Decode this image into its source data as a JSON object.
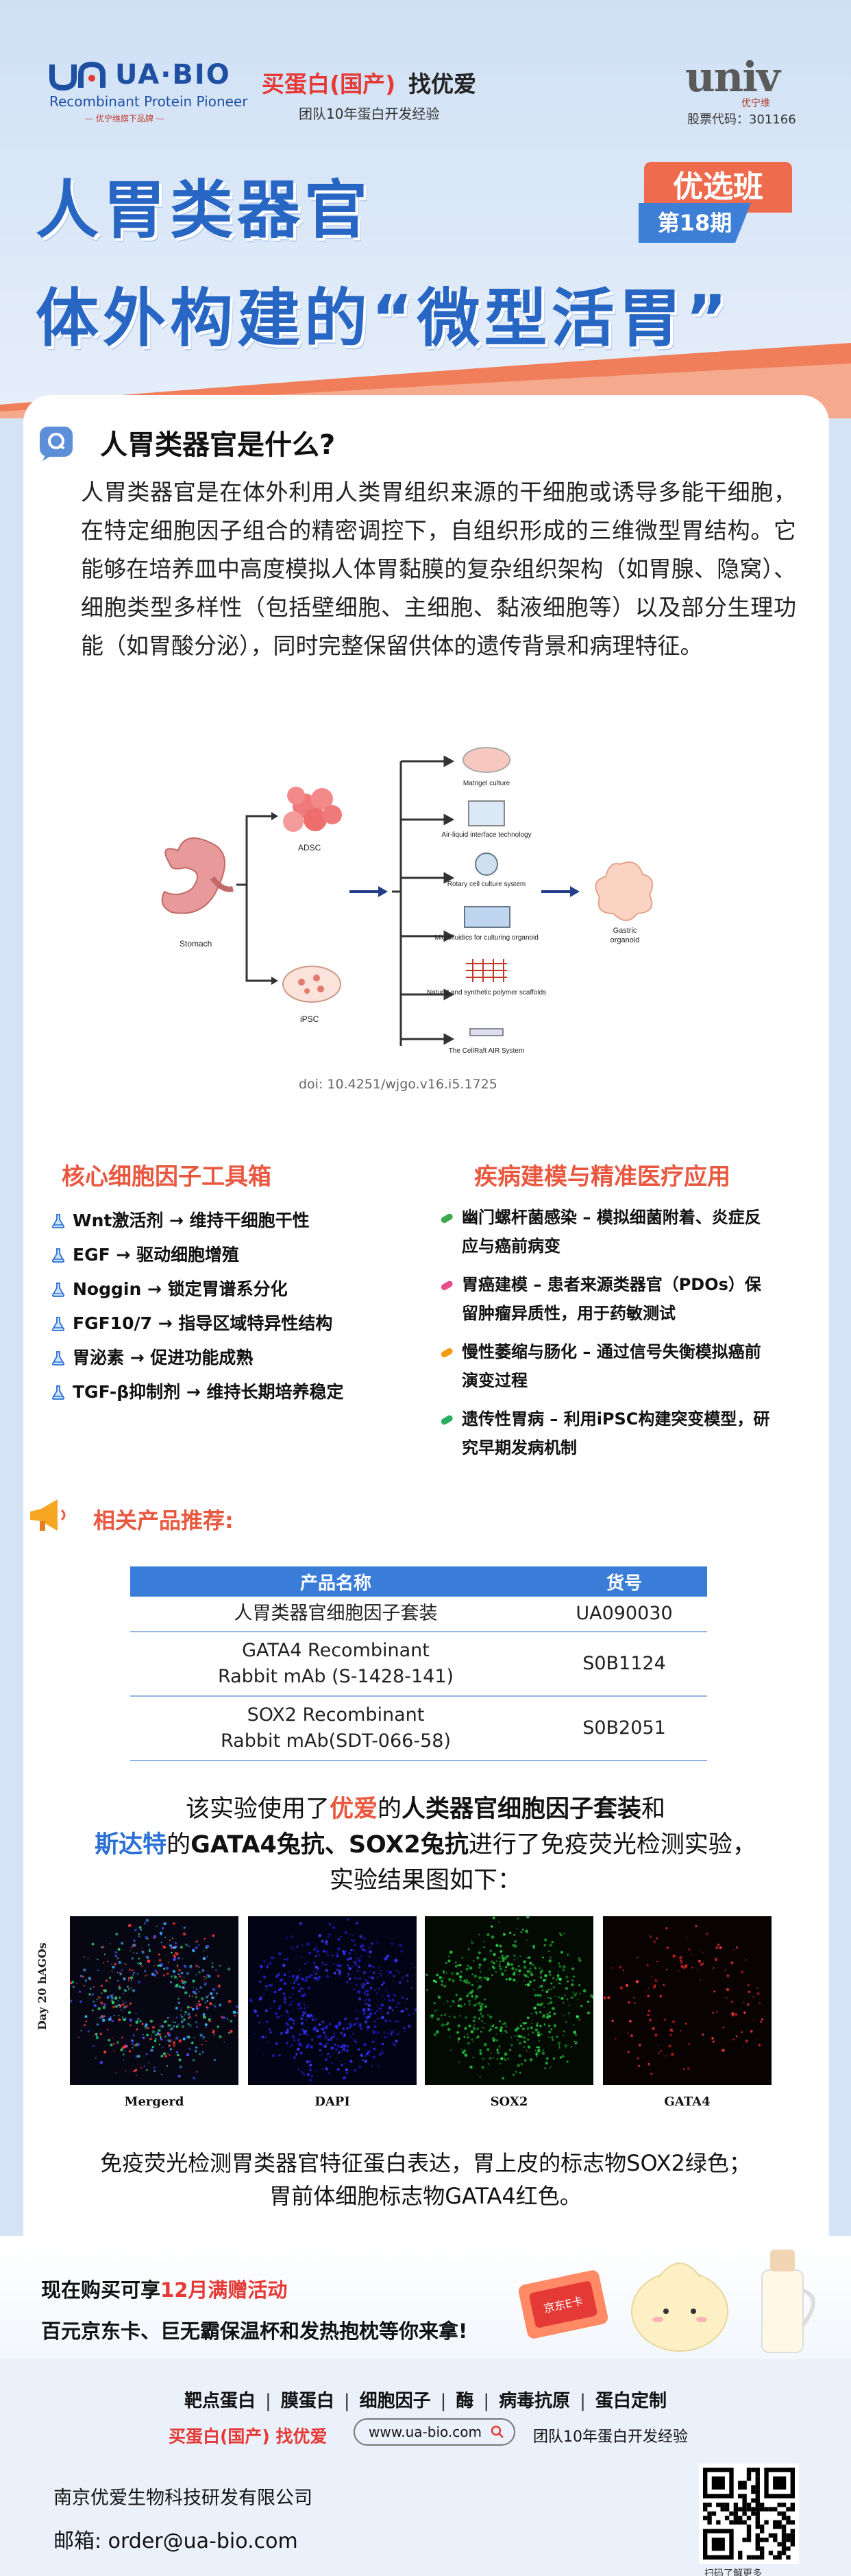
{
  "header": {
    "brand_name": "UA·BIO",
    "brand_subtitle": "Recombinant Protein Pioneer",
    "brand_slogan": "— 优宁维旗下品牌 —",
    "buy_red": "买蛋白(国产)",
    "buy_black": "找优爱",
    "team_experience": "团队10年蛋白开发经验",
    "partner_name": "univ",
    "partner_cn": "优宁维",
    "stock_code": "股票代码：301166"
  },
  "hero": {
    "title_line1": "人胃类器官",
    "title_line2": "体外构建的“微型活胃”",
    "badge_top": "优选班",
    "badge_bottom": "第18期"
  },
  "intro": {
    "question": "人胃类器官是什么?",
    "paragraph": "人胃类器官是在体外利用人类胃组织来源的干细胞或诱导多能干细胞，在特定细胞因子组合的精密调控下，自组织形成的三维微型胃结构。它能够在培养皿中高度模拟人体胃黏膜的复杂组织架构（如胃腺、隐窝）、细胞类型多样性（包括壁细胞、主细胞、黏液细胞等）以及部分生理功能（如胃酸分泌），同时完整保留供体的遗传背景和病理特征。"
  },
  "diagram": {
    "stomach": "Stomach",
    "adsc": "ADSC",
    "ipsc": "iPSC",
    "methods": [
      "Matrigel culture",
      "Air-liquid interface technology",
      "Rotary cell culture system",
      "Microfluidics for culturing organoid",
      "Natural and synthetic polymer scaffolds",
      "The CellRaft AIR System"
    ],
    "result": "Gastric organoid",
    "doi": "doi: 10.4251/wjgo.v16.i5.1725"
  },
  "toolbox": {
    "heading": "核心细胞因子工具箱",
    "items": [
      "Wnt激活剂 → 维持干细胞干性",
      "EGF → 驱动细胞增殖",
      "Noggin → 锁定胃谱系分化",
      "FGF10/7 → 指导区域特异性结构",
      "胃泌素 → 促进功能成熟",
      "TGF-β抑制剂 → 维持长期培养稳定"
    ]
  },
  "applications": {
    "heading": "疾病建模与精准医疗应用",
    "items": [
      "幽门螺杆菌感染 – 模拟细菌附着、炎症反应与癌前病变",
      "胃癌建模 – 患者来源类器官（PDOs）保留肿瘤异质性，用于药敏测试",
      "慢性萎缩与肠化 – 通过信号失衡模拟癌前演变过程",
      "遗传性胃病 – 利用iPSC构建突变模型，研究早期发病机制"
    ]
  },
  "related": {
    "title": "相关产品推荐:",
    "columns": [
      "产品名称",
      "货号"
    ],
    "rows": [
      {
        "name": "人胃类器官细胞因子套装",
        "code": "UA090030"
      },
      {
        "name": "GATA4 Recombinant Rabbit mAb (S-1428-141)",
        "code": "S0B1124"
      },
      {
        "name": "SOX2 Recombinant Rabbit mAb(SDT-066-58)",
        "code": "S0B2051"
      }
    ]
  },
  "experiment": {
    "l1_a": "该实验使用了",
    "l1_b": "优爱",
    "l1_c": "的",
    "l1_d": "人类器官细胞因子套装",
    "l1_e": "和",
    "l2_a": "斯达特",
    "l2_b": "的",
    "l2_c": "GATA4兔抗、SOX2兔抗",
    "l2_d": "进行了免疫荧光检测实验，",
    "l3": "实验结果图如下：",
    "y_label": "Day 20 hAGOs",
    "panels": [
      "Mergerd",
      "DAPI",
      "SOX2",
      "GATA4"
    ],
    "conclusion_1": "免疫荧光检测胃类器官特征蛋白表达，胃上皮的标志物SOX2绿色；",
    "conclusion_2": "胃前体细胞标志物GATA4红色。"
  },
  "promo": {
    "line1_a": "现在购买可享",
    "line1_b": "12月满赠活动",
    "line2": "百元京东卡、巨无霸保温杯和发热抱枕等你来拿!",
    "card_label": "京东E卡"
  },
  "footer": {
    "categories": [
      "靶点蛋白",
      "膜蛋白",
      "细胞因子",
      "酶",
      "病毒抗原",
      "蛋白定制"
    ],
    "buy": "买蛋白(国产) 找优爱",
    "website": "www.ua-bio.com",
    "team": "团队10年蛋白开发经验",
    "company": "南京优爱生物科技研发有限公司",
    "email": "邮箱: order@ua-bio.com",
    "qr_caption": "扫码了解更多"
  },
  "colors": {
    "brand_blue": "#2866c4",
    "accent_orange": "#e9573f",
    "table_blue": "#3a7dd8"
  }
}
